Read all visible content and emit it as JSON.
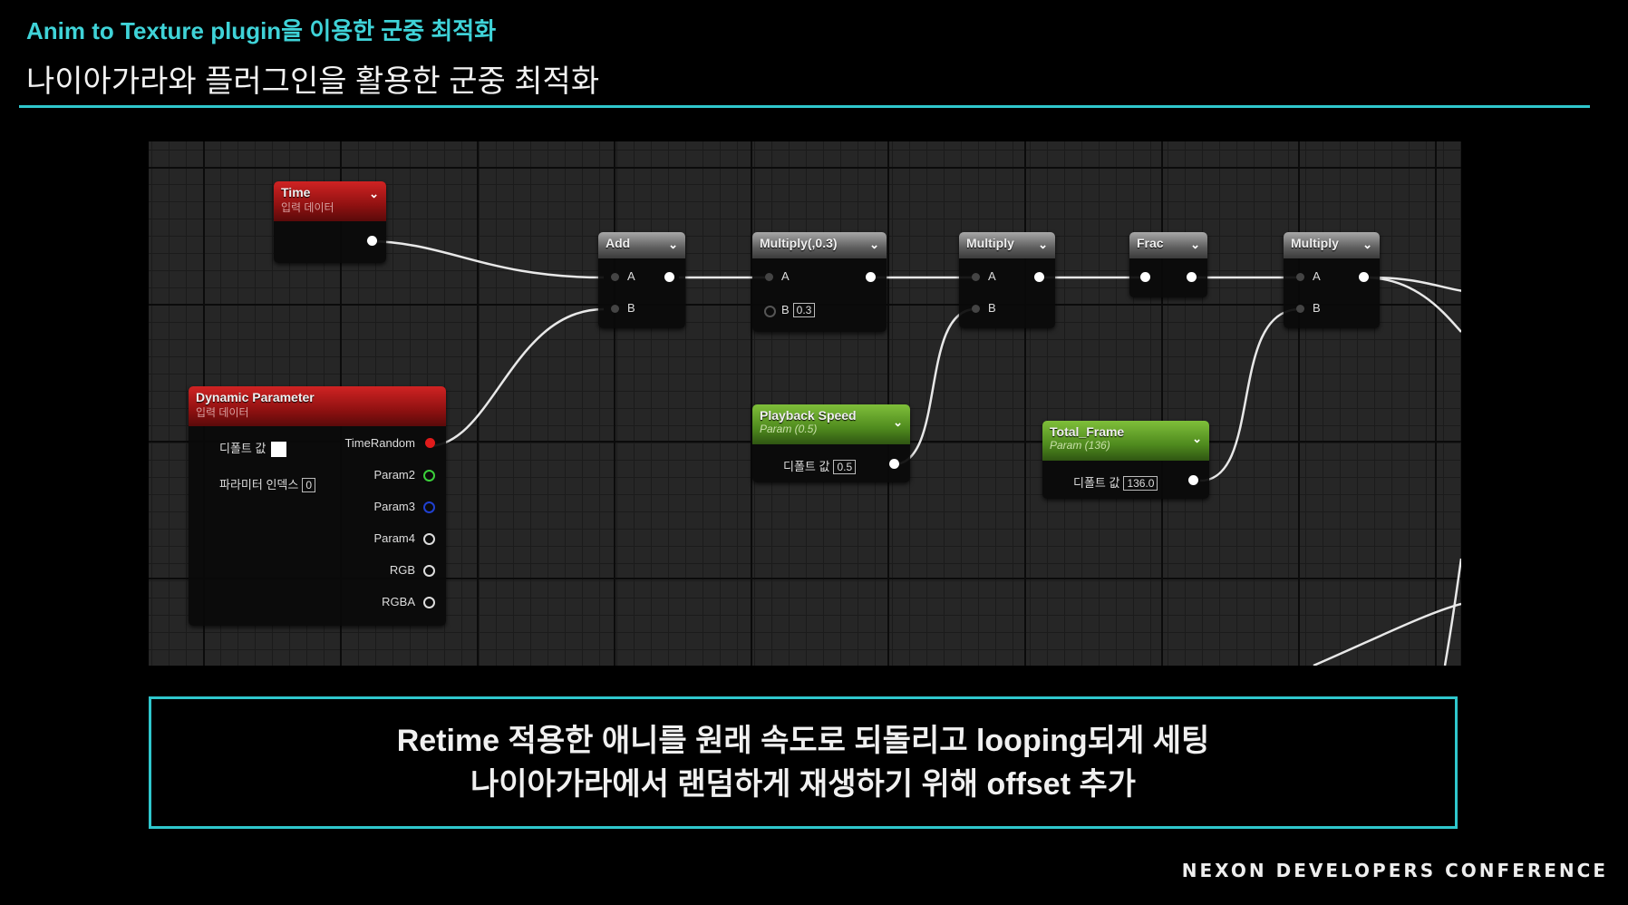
{
  "header": {
    "subtitle": "Anim to Texture plugin을 이용한 군중 최적화",
    "title": "나이아가라와 플러그인을 활용한 군중 최적화"
  },
  "graph": {
    "time_node": {
      "title": "Time",
      "subtitle": "입력 데이터"
    },
    "dynamic_param_node": {
      "title": "Dynamic Parameter",
      "subtitle": "입력 데이터",
      "default_label": "디폴트 값",
      "index_label": "파라미터 인덱스",
      "index_value": "0",
      "outputs": [
        "TimeRandom",
        "Param2",
        "Param3",
        "Param4",
        "RGB",
        "RGBA"
      ]
    },
    "add_node": {
      "title": "Add",
      "pin_a": "A",
      "pin_b": "B"
    },
    "multiply03_node": {
      "title": "Multiply(,0.3)",
      "pin_a": "A",
      "pin_b": "B",
      "b_value": "0.3"
    },
    "multiply_node_1": {
      "title": "Multiply",
      "pin_a": "A",
      "pin_b": "B"
    },
    "frac_node": {
      "title": "Frac"
    },
    "multiply_node_2": {
      "title": "Multiply",
      "pin_a": "A",
      "pin_b": "B"
    },
    "playback_speed_node": {
      "title": "Playback Speed",
      "subtitle": "Param (0.5)",
      "default_label": "디폴트 값",
      "value": "0.5"
    },
    "total_frame_node": {
      "title": "Total_Frame",
      "subtitle": "Param (136)",
      "default_label": "디폴트 값",
      "value": "136.0"
    }
  },
  "caption": {
    "line1": "Retime 적용한 애니를 원래 속도로 되돌리고 looping되게 세팅",
    "line2": "나이아가라에서 랜덤하게 재생하기 위해 offset 추가"
  },
  "footer": {
    "text": "NEXON DEVELOPERS CONFERENCE"
  },
  "colors": {
    "accent": "#2fc7cd",
    "red_header": "#b01818",
    "green_header": "#5c9a24",
    "pin_red": "#e01b1b",
    "pin_green": "#3bd13b",
    "pin_blue": "#2040d0"
  }
}
